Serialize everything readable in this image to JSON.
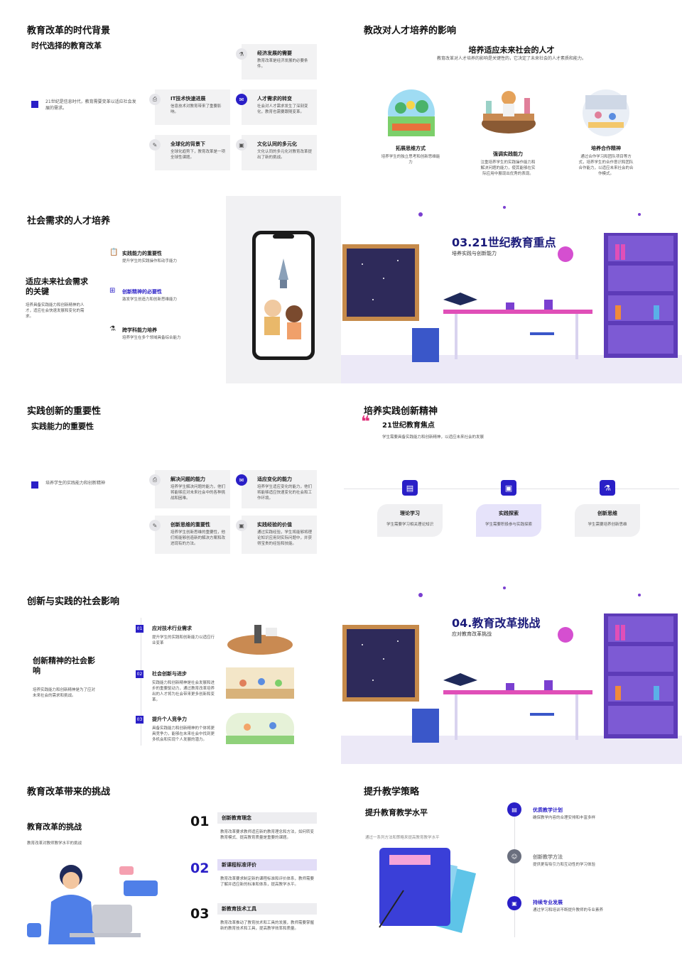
{
  "colors": {
    "accent": "#2a1fc7",
    "purple": "#7a3fd0",
    "pink": "#c13ad8"
  },
  "s1": {
    "title": "教育改革的时代背景",
    "subtitle": "时代选择的教育改革",
    "left_text": "21世纪是信息时代，教育需要变革以适应社会发展的需求。",
    "cards": [
      {
        "title": "经济发展的需要",
        "desc": "教育改革是经济发展的必要条件。",
        "icon": "flask-icon"
      },
      {
        "title": "IT技术快速进展",
        "desc": "信息技术对教育带来了重要影响。",
        "icon": "printer-icon"
      },
      {
        "title": "人才需求的转变",
        "desc": "社会对人才需求发生了深刻变化，教育也需要跟随变革。",
        "icon": "chat-icon"
      },
      {
        "title": "全球化的背景下",
        "desc": "全球化趋势下，教育改革是一项全球性课题。",
        "icon": "document-icon"
      },
      {
        "title": "文化认同的多元化",
        "desc": "文化认同的多元化对教育改革提出了新的挑战。",
        "icon": "image-icon"
      }
    ]
  },
  "s2": {
    "title": "教改对人才培养的影响",
    "subtitle": "培养适应未来社会的人才",
    "intro": "教育改革对人才培养的影响是关键性的，它决定了未来社会的人才素质和能力。",
    "cols": [
      {
        "title": "拓展思维方式",
        "desc": "培养学生的独立思考和创新思维能力"
      },
      {
        "title": "强调实践能力",
        "desc": "注重培养学生的实践操作能力和解决问题的能力，使其能够在实际应用中展现出优秀的表现。"
      },
      {
        "title": "培养合作精神",
        "desc": "通过合作学习和团队项目等方式，培养学生的合作意识和团队合作能力，以适应未来社会的合作模式。"
      }
    ]
  },
  "s3": {
    "title": "社会需求的人才培养",
    "key_title": "适应未来社会需求的关键",
    "key_desc": "培养具备实践能力和创新精神的人才，适应社会快速发展和变化的需求。",
    "items": [
      {
        "title": "实践能力的重要性",
        "desc": "提升学生的实践操作和动手能力",
        "icon": "clipboard-icon"
      },
      {
        "title": "创新精神的必要性",
        "desc": "激发学生创造力和创新思维能力",
        "icon": "network-icon"
      },
      {
        "title": "跨学科能力培养",
        "desc": "培养学生在多个领域具备综合能力",
        "icon": "flask-icon"
      }
    ]
  },
  "s4": {
    "title": "03.21世纪教育重点",
    "subtitle": "培养实践与创新能力"
  },
  "s5": {
    "title": "实践创新的重要性",
    "subtitle": "实践能力的重要性",
    "left_text": "培养学生的实践能力和创新精神",
    "cards": [
      {
        "title": "解决问题的能力",
        "desc": "培养学生解决问题的能力，他们将能够应对未来社会中的各种挑战和困难。",
        "icon": "printer-icon"
      },
      {
        "title": "适应变化的能力",
        "desc": "培养学生适应变化的能力，他们将能够适应快速变化的社会和工作环境。",
        "icon": "chat-icon"
      },
      {
        "title": "创新思维的重要性",
        "desc": "培养学生创新思维的重要性，他们将能够创造新的解决方案和改进现有的方法。",
        "icon": "document-icon"
      },
      {
        "title": "实践经验的价值",
        "desc": "通过实践经验，学生将能够将理论知识应用到实际问题中，并获得宝贵的经验和技能。",
        "icon": "image-icon"
      }
    ]
  },
  "s6": {
    "title": "培养实践创新精神",
    "quote_title": "21世纪教育焦点",
    "quote_mark": "❝",
    "desc": "学生需要具备实践能力和创新精神，以适应未来社会的发展",
    "steps": [
      {
        "title": "理论学习",
        "desc": "学生需要学习相关理论知识"
      },
      {
        "title": "实践探索",
        "desc": "学生需要积极参与实践探索"
      },
      {
        "title": "创新思维",
        "desc": "学生需要培养创新思维"
      }
    ]
  },
  "s7": {
    "title": "创新与实践的社会影响",
    "left_title": "创新精神的社会影响",
    "left_desc": "培养实践能力和创新精神是为了应对未来社会的需求和挑战。",
    "items": [
      {
        "no": "01",
        "title": "应对技术行业需求",
        "desc": "提升学生的实践和创新能力以适应行业变革"
      },
      {
        "no": "02",
        "title": "社会创新与进步",
        "desc": "实践能力和创新精神是社会发展和进步的重要驱动力，通过教育改革培养出的人才将为社会带来更多创新和变革。"
      },
      {
        "no": "03",
        "title": "提升个人竞争力",
        "desc": "具备实践能力和创新精神的个体将更具竞争力，能够在未来社会中找到更多机会和实现个人发展的潜力。"
      }
    ]
  },
  "s8": {
    "title": "04.教育改革挑战",
    "subtitle": "应对教育改革挑战"
  },
  "s9": {
    "title": "教育改革带来的挑战",
    "left_title": "教育改革的挑战",
    "left_desc": "教育改革对教师教学水平的挑战",
    "items": [
      {
        "no": "01",
        "title": "创新教育理念",
        "desc": "教育改革要求教师适应新的教育理念和方法，如何转变教育模式、提高教育质量是重要的课题。"
      },
      {
        "no": "02",
        "title": "新课程标准评价",
        "desc": "教育改革要求制定新的课程标准和评价体系，教师需要了解并适应新的标准和体系，提高教学水平。"
      },
      {
        "no": "03",
        "title": "新教育技术工具",
        "desc": "教育改革推动了教育技术和工具的发展，教师需要掌握新的教育技术和工具，提高教学效率和质量。"
      }
    ]
  },
  "s10": {
    "title": "提升教学策略",
    "subtitle": "提升教育教学水平",
    "desc": "通过一系列方法和策略来提高教育教学水平",
    "items": [
      {
        "title": "优质教学计划",
        "desc": "确保教学内容的合理安排和丰富多样",
        "icon": "document-icon"
      },
      {
        "title": "创新教学方法",
        "desc": "提供更有吸引力和互动性的学习体验",
        "icon": "people-icon"
      },
      {
        "title": "持续专业发展",
        "desc": "通过学习和培训不断提升教师的专业素养",
        "icon": "image-icon"
      }
    ]
  }
}
